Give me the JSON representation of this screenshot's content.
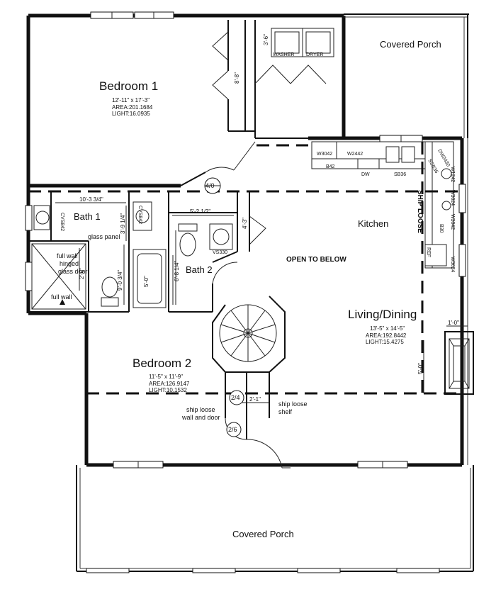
{
  "rooms": {
    "bedroom1": {
      "name": "Bedroom 1",
      "size": "12'-11\" x 17'-3\"",
      "area": "AREA:201.1684",
      "light": "LIGHT:16.0935"
    },
    "bedroom2": {
      "name": "Bedroom 2",
      "size": "11'-5\" x 11'-9\"",
      "area": "AREA:126.9147",
      "light": "LIGHT:10.1532"
    },
    "living": {
      "name": "Living/Dining",
      "size": "13'-5\" x 14'-5\"",
      "area": "AREA:192.8442",
      "light": "LIGHT:15.4275"
    },
    "bath1": "Bath 1",
    "bath2": "Bath 2",
    "kitchen": "Kitchen",
    "porch_top": "Covered Porch",
    "porch_bottom": "Covered Porch"
  },
  "labels": {
    "open_to_below": "OPEN TO BELOW",
    "washer": "WASHER",
    "dryer": "DRYER",
    "glass_panel": "glass panel",
    "full_wall_hinged_1": "full wall",
    "full_wall_hinged_2": "hinged",
    "full_wall_hinged_3": "glass door",
    "full_wall": "full wall",
    "ship_loose_wall_1": "ship loose",
    "ship_loose_wall_2": "wall and door",
    "ship_loose_shelf_1": "ship loose",
    "ship_loose_shelf_2": "shelf",
    "ship_loose_vertical": "SHIP LOOSE"
  },
  "cabinets": {
    "w3042": "W3042",
    "w2442": "W2442",
    "b42": "B42",
    "dw": "DW",
    "sb36": "SB36",
    "dw2430": "DW2430",
    "ssb36": "SSB36",
    "w1242": "W1242",
    "w3024a": "W3024",
    "w3042b": "W3042",
    "b30": "B30",
    "ref": "REF",
    "w3624": "W3624",
    "cvs842a": "CVS842",
    "cvs842b": "CVS842",
    "vs330": "VS330"
  },
  "dimensions": {
    "d_3_6": "3'-6\"",
    "d_8_8": "8'-8\"",
    "d_10_3": "10'-3 3/4\"",
    "d_3_9": "3'-9 1/4\"",
    "d_5_2": "5'-2 1/2\"",
    "d_4_3": "4'-3\"",
    "d_2_6": "2'-6\"",
    "d_9_0": "9'-0 3/4\"",
    "d_5_0a": "5'-0\"",
    "d_6_8": "6'-8 1/4\"",
    "d_1_0": "1'-0\"",
    "d_5_0b": "5'-0\"",
    "d_2_1": "2'-1\""
  },
  "door_tags": {
    "t40": "4/0",
    "t24": "2/4",
    "t26": "2/6"
  }
}
